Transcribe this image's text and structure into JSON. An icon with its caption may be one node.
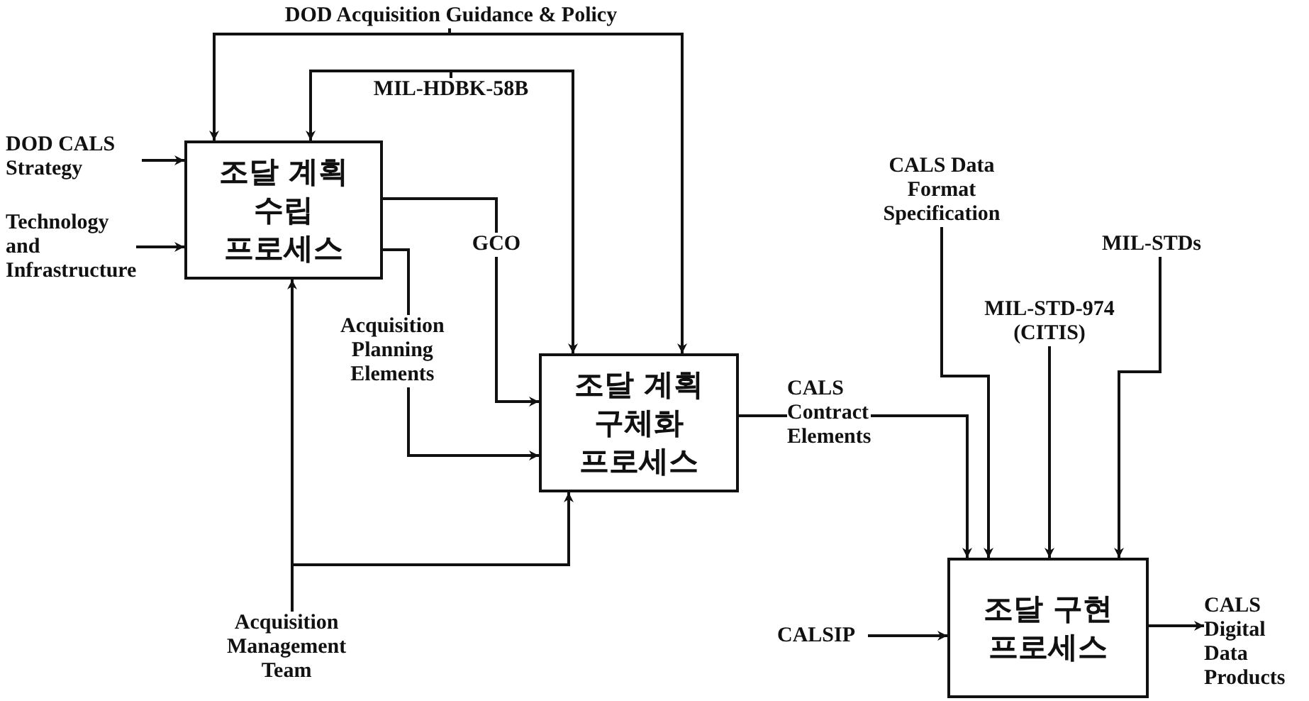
{
  "diagram": {
    "nodes": [
      {
        "text": [
          "조달 계획 수립 프로세스"
        ]
      },
      {
        "text": [
          "조달 계획 구체화 프로세스"
        ]
      },
      {
        "text": [
          "조달 구현 프로세스"
        ]
      },
      {
        "text": [
          "DOD Acquisition Guidance & Policy"
        ]
      },
      {
        "text": [
          "MIL-HDBK-58B"
        ]
      },
      {
        "text": [
          "DOD CALS Strategy"
        ]
      },
      {
        "text": [
          "Technology and Infrastructure"
        ]
      },
      {
        "text": [
          "GCO"
        ]
      },
      {
        "text": [
          "Acquisition Planning Elements"
        ]
      },
      {
        "text": [
          "Acquisition Management Team"
        ]
      },
      {
        "text": [
          "CALS Contract Elements"
        ]
      },
      {
        "text": [
          "CALS Data Format Specification"
        ]
      },
      {
        "text": [
          "MIL-STD-974 (CITIS)"
        ]
      },
      {
        "text": [
          "MIL-STDs"
        ]
      },
      {
        "text": [
          "CALSIP"
        ]
      },
      {
        "text": [
          "CALS Digital Data Products"
        ]
      }
    ],
    "edges": [
      {
        "from": 3,
        "to": 0,
        "arrow": "to"
      },
      {
        "from": 3,
        "to": 1,
        "arrow": "to"
      },
      {
        "from": 4,
        "to": 0,
        "arrow": "to"
      },
      {
        "from": 4,
        "to": 1,
        "arrow": "to"
      },
      {
        "from": 5,
        "to": 0,
        "arrow": "to"
      },
      {
        "from": 6,
        "to": 0,
        "arrow": "to"
      },
      {
        "from": 0,
        "to": 7,
        "arrow": "none"
      },
      {
        "from": 7,
        "to": 1,
        "arrow": "to"
      },
      {
        "from": 0,
        "to": 8,
        "arrow": "none"
      },
      {
        "from": 8,
        "to": 1,
        "arrow": "to"
      },
      {
        "from": 9,
        "to": 0,
        "arrow": "to"
      },
      {
        "from": 9,
        "to": 1,
        "arrow": "to"
      },
      {
        "from": 1,
        "to": 10,
        "arrow": "none"
      },
      {
        "from": 10,
        "to": 2,
        "arrow": "to"
      },
      {
        "from": 11,
        "to": 2,
        "arrow": "to"
      },
      {
        "from": 12,
        "to": 2,
        "arrow": "to"
      },
      {
        "from": 13,
        "to": 2,
        "arrow": "to"
      },
      {
        "from": 14,
        "to": 2,
        "arrow": "to"
      },
      {
        "from": 2,
        "to": 15,
        "arrow": "to"
      }
    ]
  }
}
